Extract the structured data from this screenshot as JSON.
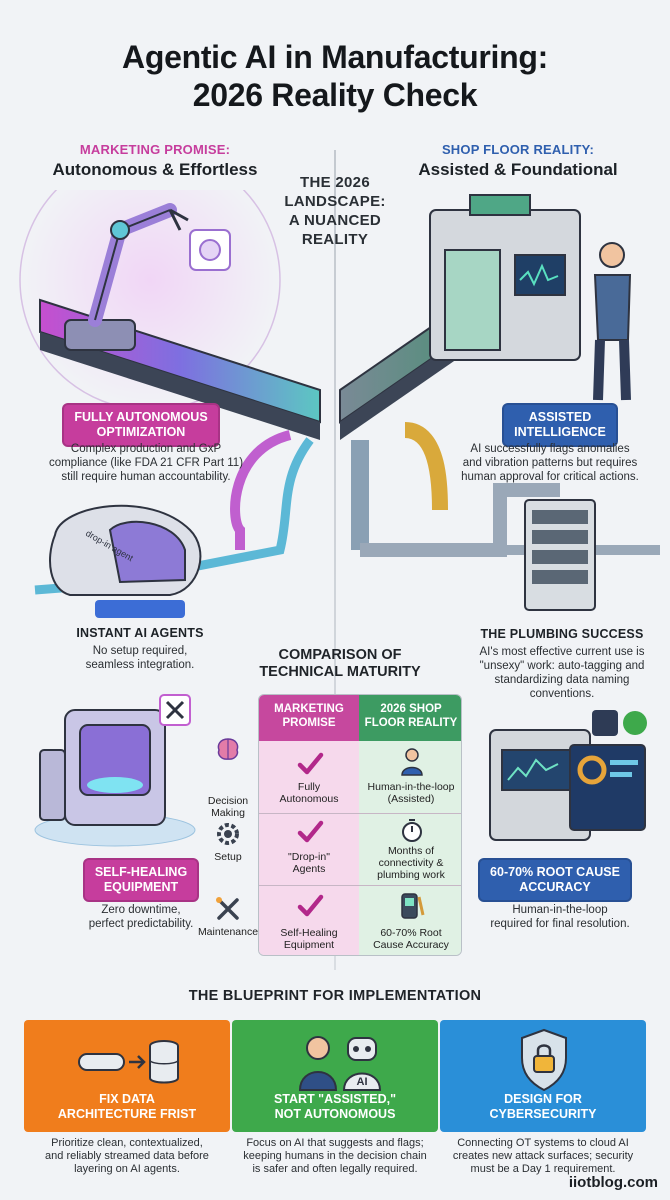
{
  "title": {
    "line1": "Agentic AI in Manufacturing:",
    "line2": "2026 Reality Check"
  },
  "left_header": {
    "kicker": "MARKETING PROMISE:",
    "subtitle": "Autonomous & Effortless"
  },
  "right_header": {
    "kicker": "SHOP FLOOR REALITY:",
    "subtitle": "Assisted & Foundational"
  },
  "center_label": {
    "line1": "THE 2026",
    "line2": "LANDSCAPE:",
    "line3": "A NUANCED",
    "line4": "REALITY"
  },
  "robot_screen_text": "drop-in agent",
  "left_sections": [
    {
      "badge_l1": "FULLY AUTONOMOUS",
      "badge_l2": "OPTIMIZATION",
      "desc_l1": "Complex production and GxP",
      "desc_l2": "compliance (like FDA 21 CFR Part 11)",
      "desc_l3": "still require human accountability."
    },
    {
      "heading": "INSTANT AI AGENTS",
      "desc_l1": "No setup required,",
      "desc_l2": "seamless integration."
    },
    {
      "badge_l1": "SELF-HEALING",
      "badge_l2": "EQUIPMENT",
      "desc_l1": "Zero downtime,",
      "desc_l2": "perfect predictability."
    }
  ],
  "right_sections": [
    {
      "badge_l1": "ASSISTED",
      "badge_l2": "INTELLIGENCE",
      "desc_l1": "AI successfully flags anomalies",
      "desc_l2": "and vibration patterns but requires",
      "desc_l3": "human approval for critical actions."
    },
    {
      "heading": "THE PLUMBING SUCCESS",
      "desc_l1": "AI's most effective current use is",
      "desc_l2": "\"unsexy\" work: auto-tagging and",
      "desc_l3": "standardizing data naming",
      "desc_l4": "conventions."
    },
    {
      "badge_l1": "60-70% ROOT CAUSE",
      "badge_l2": "ACCURACY",
      "desc_l1": "Human-in-the-loop",
      "desc_l2": "required for final resolution."
    }
  ],
  "comparison": {
    "heading_l1": "COMPARISON OF",
    "heading_l2": "TECHNICAL MATURITY",
    "col_left_l1": "MARKETING",
    "col_left_l2": "PROMISE",
    "col_right_l1": "2026 SHOP",
    "col_right_l2": "FLOOR REALITY",
    "rows": [
      {
        "label_l1": "Decision",
        "label_l2": "Making",
        "promise_l1": "Fully",
        "promise_l2": "Autonomous",
        "reality_l1": "Human-in-the-loop",
        "reality_l2": "(Assisted)"
      },
      {
        "label_l1": "Setup",
        "label_l2": "",
        "promise_l1": "\"Drop-in\"",
        "promise_l2": "Agents",
        "reality_l1": "Months of",
        "reality_l2": "connectivity &",
        "reality_l3": "plumbing work"
      },
      {
        "label_l1": "Maintenance",
        "label_l2": "",
        "promise_l1": "Self-Healing",
        "promise_l2": "Equipment",
        "reality_l1": "60-70% Root",
        "reality_l2": "Cause Accuracy"
      }
    ]
  },
  "blueprint": {
    "heading": "THE BLUEPRINT FOR IMPLEMENTATION",
    "cards": [
      {
        "title_l1": "FIX DATA",
        "title_l2": "ARCHITECTURE FRIST",
        "color": "#f07d1c",
        "desc_l1": "Prioritize clean, contextualized,",
        "desc_l2": "and reliably streamed data before",
        "desc_l3": "layering on AI agents."
      },
      {
        "title_l1": "START \"ASSISTED,\"",
        "title_l2": "NOT AUTONOMOUS",
        "color": "#3ea94b",
        "desc_l1": "Focus on AI that suggests and flags;",
        "desc_l2": "keeping humans in the decision chain",
        "desc_l3": "is safer and often legally required."
      },
      {
        "title_l1": "DESIGN FOR",
        "title_l2": "CYBERSECURITY",
        "color": "#2a8fd8",
        "desc_l1": "Connecting OT systems to cloud AI",
        "desc_l2": "creates new attack surfaces; security",
        "desc_l3": "must be a Day 1 requirement."
      }
    ],
    "ai_robot_label": "AI"
  },
  "footer": "iiotblog.com",
  "colors": {
    "pink": "#c63d9d",
    "blue": "#2f5fae",
    "green": "#3d9b62",
    "orange": "#f07d1c",
    "card_green": "#3ea94b",
    "card_blue": "#2a8fd8"
  }
}
